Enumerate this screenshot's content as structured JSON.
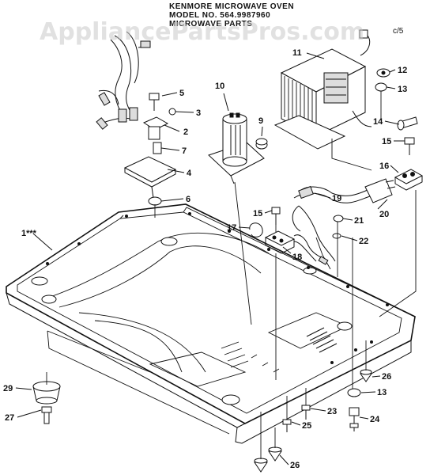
{
  "header": {
    "line1": "KENMORE MICROWAVE OVEN",
    "line2": "MODEL NO. 564.9987960",
    "line3": "MICROWAVE PARTS"
  },
  "watermark": "AppliancePartsPros.com",
  "page_marker": "c/5",
  "callouts": [
    {
      "id": "c1",
      "label": "1***"
    },
    {
      "id": "c2",
      "label": "2"
    },
    {
      "id": "c3",
      "label": "3"
    },
    {
      "id": "c4",
      "label": "4"
    },
    {
      "id": "c5",
      "label": "5"
    },
    {
      "id": "c6",
      "label": "6"
    },
    {
      "id": "c7",
      "label": "7"
    },
    {
      "id": "c9",
      "label": "9"
    },
    {
      "id": "c10",
      "label": "10"
    },
    {
      "id": "c11",
      "label": "11"
    },
    {
      "id": "c12",
      "label": "12"
    },
    {
      "id": "c13a",
      "label": "13"
    },
    {
      "id": "c13b",
      "label": "13"
    },
    {
      "id": "c14",
      "label": "14"
    },
    {
      "id": "c15a",
      "label": "15"
    },
    {
      "id": "c15b",
      "label": "15"
    },
    {
      "id": "c16",
      "label": "16"
    },
    {
      "id": "c17",
      "label": "17"
    },
    {
      "id": "c18",
      "label": "18"
    },
    {
      "id": "c19",
      "label": "19"
    },
    {
      "id": "c20",
      "label": "20"
    },
    {
      "id": "c21",
      "label": "21"
    },
    {
      "id": "c22",
      "label": "22"
    },
    {
      "id": "c23",
      "label": "23"
    },
    {
      "id": "c24",
      "label": "24"
    },
    {
      "id": "c25",
      "label": "25"
    },
    {
      "id": "c26a",
      "label": "26"
    },
    {
      "id": "c26b",
      "label": "26"
    },
    {
      "id": "c27",
      "label": "27"
    },
    {
      "id": "c29",
      "label": "29"
    }
  ]
}
